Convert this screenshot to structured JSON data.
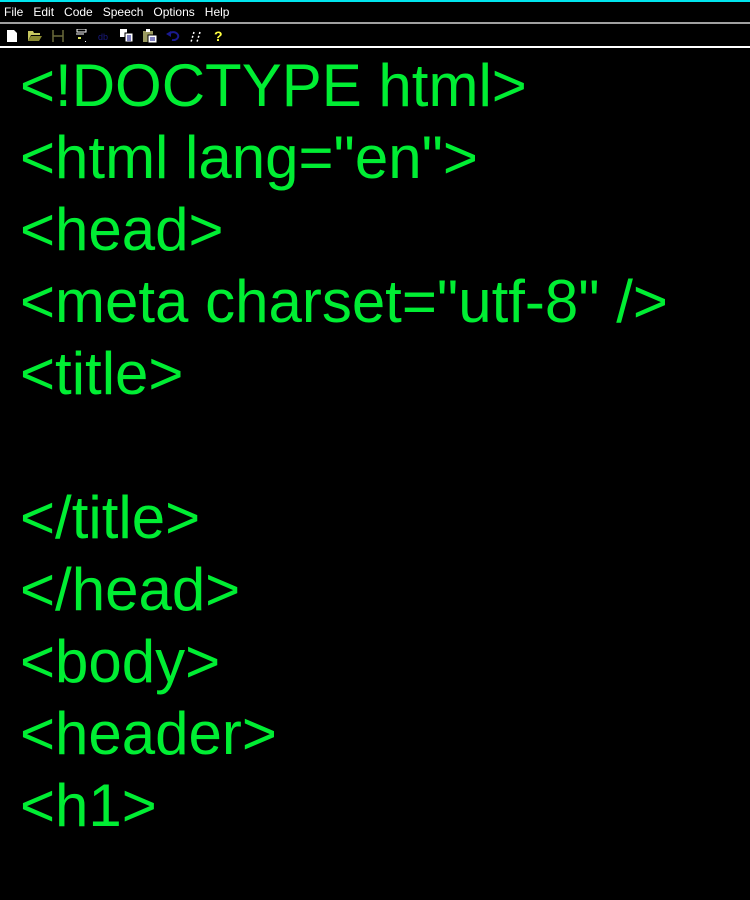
{
  "window": {
    "accent_color": "#00e5ee",
    "background": "#000000",
    "text_color": "#00ee33"
  },
  "menu": {
    "items": [
      "File",
      "Edit",
      "Code",
      "Speech",
      "Options",
      "Help"
    ]
  },
  "toolbar": {
    "buttons": [
      {
        "icon": "new-file-icon"
      },
      {
        "icon": "open-folder-icon"
      },
      {
        "icon": "bracket-icon"
      },
      {
        "icon": "format-icon"
      },
      {
        "icon": "db-icon"
      },
      {
        "icon": "copy-icon"
      },
      {
        "icon": "paste-icon"
      },
      {
        "icon": "undo-icon"
      },
      {
        "icon": "comment-icon"
      },
      {
        "icon": "help-icon"
      }
    ]
  },
  "editor": {
    "lines": [
      "<!DOCTYPE html>",
      "<html lang=\"en\">",
      "<head>",
      "<meta charset=\"utf-8\" />",
      "<title>",
      "",
      "</title>",
      "</head>",
      "<body>",
      "<header>",
      "<h1>"
    ]
  }
}
